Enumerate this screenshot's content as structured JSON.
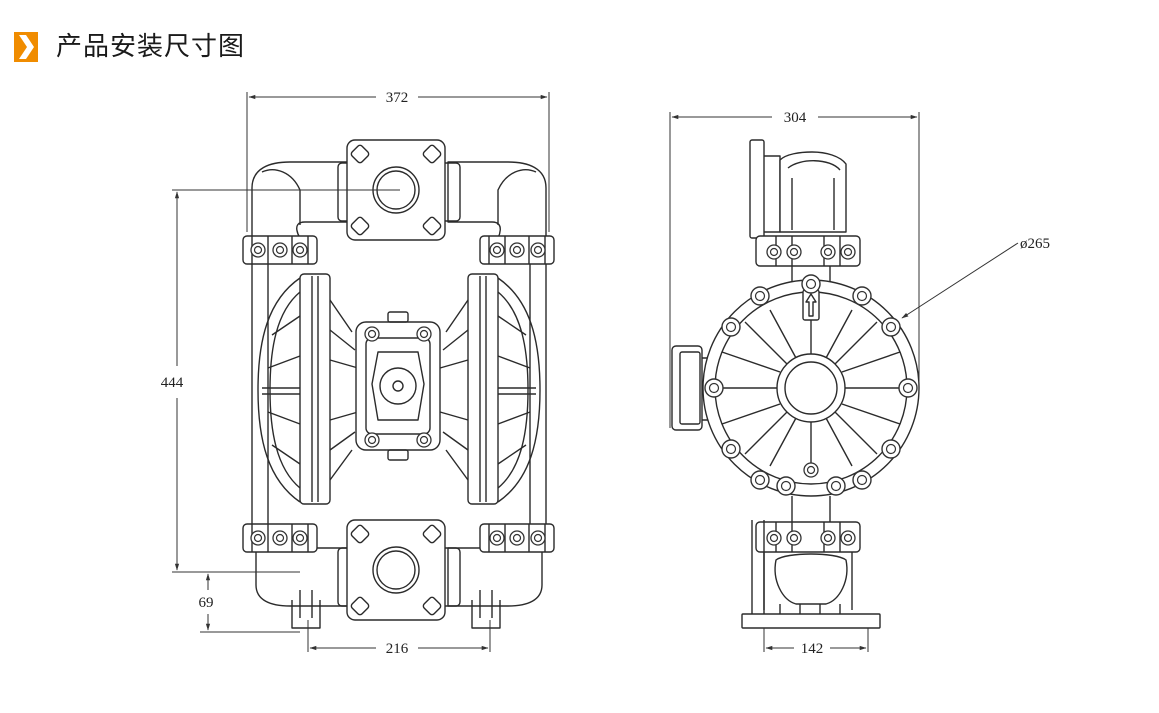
{
  "section": {
    "title": "产品安装尺寸图",
    "accent_color": "#f08c00",
    "icon": "chevron-right-icon"
  },
  "front_view": {
    "width": "372",
    "height": "444",
    "inlet_height": "69",
    "foot_spacing": "216"
  },
  "side_view": {
    "depth": "304",
    "diaphragm_diameter": "ø265",
    "foot_width": "142"
  }
}
